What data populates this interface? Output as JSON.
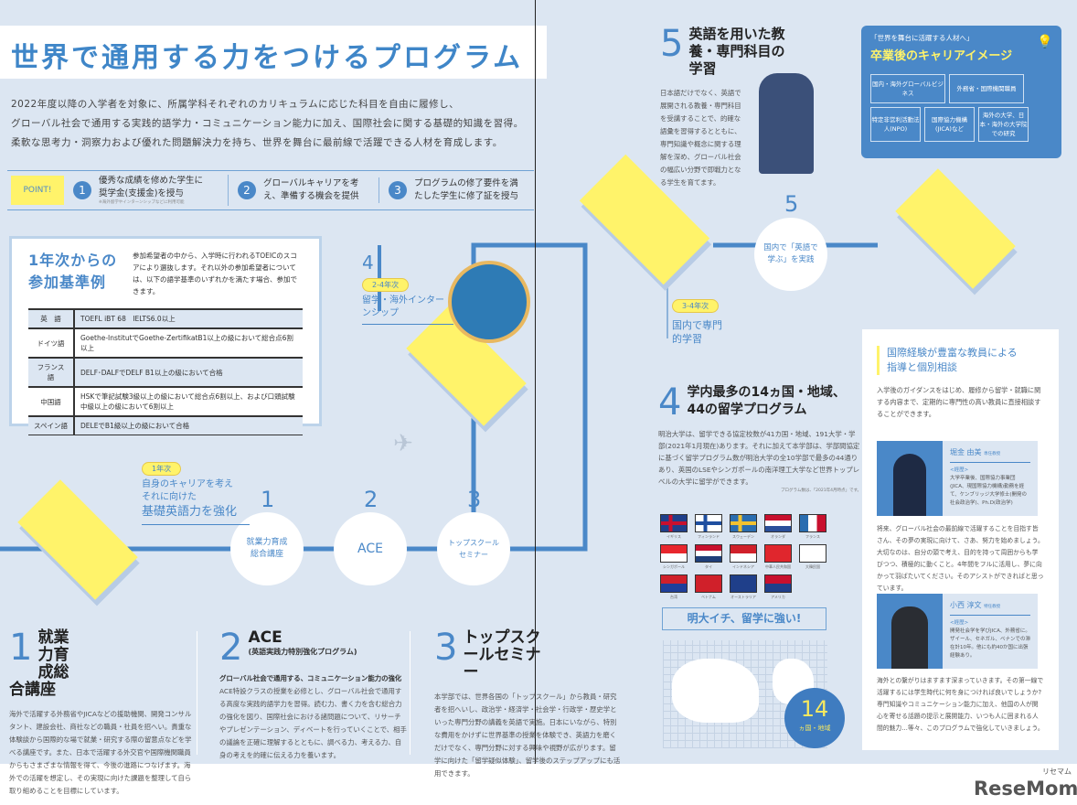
{
  "title": "世界で通用する力をつけるプログラム",
  "lead": [
    "2022年度以降の入学者を対象に、所属学科それぞれのカリキュラムに応じた科目を自由に履修し、",
    "グローバル社会で通用する実践的語学力・コミュニケーション能力に加え、国際社会に関する基礎的知識を習得。",
    "柔軟な思考力・洞察力および優れた問題解決力を持ち、世界を舞台に最前線で活躍できる人材を育成します。"
  ],
  "points": {
    "label": "POINT!",
    "items": [
      {
        "num": "1",
        "text": "優秀な成績を修めた学生に奨学金(支援金)を授与",
        "note": "※海外留学やインターンシップなどに利用可能"
      },
      {
        "num": "2",
        "text": "グローバルキャリアを考え、準備する機会を提供"
      },
      {
        "num": "3",
        "text": "プログラムの修了要件を満たした学生に修了証を授与"
      }
    ]
  },
  "criteria": {
    "title": "1年次からの参加基準例",
    "desc": "参加希望者の中から、入学時に行われるTOEICのスコアにより選抜します。それ以外の参加希望者については、以下の語学基準のいずれかを満たす場合、参加できます。",
    "rows": [
      {
        "lang": "英　語",
        "req": "TOEFL iBT 68　IELTS6.0以上"
      },
      {
        "lang": "ドイツ語",
        "req": "Goethe-InstitutでGoethe-ZertifikatB1以上の級において総合点6割以上"
      },
      {
        "lang": "フランス語",
        "req": "DELF･DALFでDELF B1以上の級において合格"
      },
      {
        "lang": "中国語",
        "req": "HSKで筆記試験3級以上の級において総合点6割以上、および口頭試験中級以上の級において6割以上"
      },
      {
        "lang": "スペイン語",
        "req": "DELEでB1級以上の級において合格"
      }
    ]
  },
  "flow": {
    "year1": {
      "badge": "1年次",
      "line1": "自身のキャリアを考え",
      "line2": "それに向けた",
      "line3": "基礎英語力を強化"
    },
    "c1": {
      "num": "1",
      "label": "就業力育成総合講座"
    },
    "c2": {
      "num": "2",
      "label": "ACE"
    },
    "c3": {
      "num": "3",
      "label": "トップスクールセミナー"
    },
    "s4": {
      "num": "4",
      "badge": "2-4年次",
      "label": "留学・海外インターンシップ"
    },
    "s34": {
      "badge": "3-4年次",
      "label": "国内で専門的学習"
    },
    "c5": {
      "num": "5",
      "label": "国内で「英語で学ぶ」を実践"
    }
  },
  "sections": [
    {
      "num": "1",
      "title": "就業力育成総合講座",
      "body": "海外で活躍する外務省やJICAなどの援助機関、開発コンサルタント、建設会社、商社などの職員・社員を招へい。貴重な体験談から国際的な場で就業・研究する際の留意点などを学べる講座です。また、日本で活躍する外交官や国際機関職員からもさまざまな情報を得て、今後の進路につなげます。海外での活躍を想定し、その実現に向けた課題を整理して自ら取り組めることを目標にしています。"
    },
    {
      "num": "2",
      "title": "ACE",
      "subtitle": "(英語実践力特別強化プログラム)",
      "lead": "グローバル社会で通用する、コミュニケーション能力の強化",
      "body": "ACE特設クラスの授業を必修とし、グローバル社会で通用する高度な実践的語学力を習得。読む力、書く力を含む総合力の強化を図り、国際社会における諸問題について、リサーチやプレゼンテーション、ディベートを行っていくことで、相手の議論を正確に理解するとともに、調べる力、考える力、自身の考えを的確に伝える力を養います。"
    },
    {
      "num": "3",
      "title": "トップスクールセミナー",
      "body": "本学部では、世界各国の「トップスクール」から教員・研究者を招へいし、政治学・経済学・社会学・行政学・歴史学といった専門分野の講義を英語で実施。日本にいながら、特別な費用をかけずに世界基準の授業を体験でき、英語力を磨くだけでなく、専門分野に対する興味や視野が広がります。留学に向けた「留学疑似体験」、留学後のステップアップにも活用できます。"
    },
    {
      "num": "4",
      "title": "学内最多の14ヵ国・地域、44の留学プログラム",
      "body": "明治大学は、留学できる協定校数が41カ国・地域、191大学・学部(2021年1月現在)あります。それに加えて本学部は、学部間協定に基づく留学プログラム数が明治大学の全10学部で最多の44通りあり、英国のLSEやシンガポールの南洋理工大学など世界トップレベルの大学に留学ができます。",
      "note": "プログラム数は、「2021年4月時点」です。"
    },
    {
      "num": "5",
      "title": "英語を用いた教養・専門科目の学習",
      "body": "日本語だけでなく、英語で展開される教養・専門科目を受講することで、的確な語彙を習得するとともに、専門知識や概念に関する理解を深め、グローバル社会の幅広い分野で即戦力となる学生を育てます。"
    }
  ],
  "flags": [
    {
      "name": "イギリス",
      "colors": [
        "#1f3f8a",
        "#c8102e"
      ]
    },
    {
      "name": "フィンランド",
      "colors": [
        "#ffffff",
        "#1f4fa0"
      ]
    },
    {
      "name": "スウェーデン",
      "colors": [
        "#2a6db0",
        "#f2c230"
      ]
    },
    {
      "name": "オランダ",
      "colors": [
        "#c8102e",
        "#ffffff",
        "#2a4f9a"
      ]
    },
    {
      "name": "フランス",
      "colors": [
        "#2a6db0",
        "#ffffff",
        "#c8102e"
      ]
    },
    {
      "name": "シンガポール",
      "colors": [
        "#e8262d",
        "#ffffff"
      ]
    },
    {
      "name": "タイ",
      "colors": [
        "#c8102e",
        "#ffffff",
        "#1f3f7a"
      ]
    },
    {
      "name": "インドネシア",
      "colors": [
        "#d0202a",
        "#ffffff"
      ]
    },
    {
      "name": "中華人民共和国",
      "colors": [
        "#e0262d",
        "#f5d000"
      ]
    },
    {
      "name": "大韓民国",
      "colors": [
        "#ffffff",
        "#c8102e"
      ]
    },
    {
      "name": "台湾",
      "colors": [
        "#d0202a",
        "#1f3f9a"
      ]
    },
    {
      "name": "ベトナム",
      "colors": [
        "#d0202a",
        "#f5d000"
      ]
    },
    {
      "name": "オーストラリア",
      "colors": [
        "#1f3f8a",
        "#ffffff"
      ]
    },
    {
      "name": "アメリカ",
      "colors": [
        "#c8102e",
        "#1f3f8a"
      ]
    }
  ],
  "map": {
    "banner": "明大イチ、留学に強い!",
    "count": "14",
    "unit": "ヵ国・地域"
  },
  "career": {
    "quote": "「世界を舞台に活躍する人材へ」",
    "title": "卒業後のキャリアイメージ",
    "items": [
      "国内・海外グローバルビジネス",
      "外務省・国際機関職員",
      "特定非営利活動法人(NPO)",
      "国際協力機構(JICA)など",
      "海外の大学、日本・海外の大学院での研究"
    ]
  },
  "mentors": {
    "title1": "国際経験が豊富な教員による",
    "title2": "指導と個別相談",
    "desc": "入学後のガイダンスをはじめ、履修から留学・就職に関する内容まで、定期的に専門性の高い教員に直接相談することができます。",
    "people": [
      {
        "name": "堀金 由美",
        "role": "専任教授",
        "career_label": "<経歴>",
        "career": "大学卒業後、国際協力事業団(JICA、現国際協力機構)勤務を経て、ケンブリッジ大学修士(開発の社会政治学)、Ph.D(政治学)",
        "message": "将来、グローバル社会の最前線で活躍することを目指す皆さん、その夢の実現に向けて、さあ、努力を始めましょう。大切なのは、自分の頭で考え、目的を持って周囲からも学びつつ、積極的に動くこと。4年間をフルに活用し、夢に向かって羽ばたいてください。そのアシストができればと思っています。"
      },
      {
        "name": "小西 淳文",
        "role": "特任教授",
        "career_label": "<経歴>",
        "career": "開発社会学を学びJICA、外務省に。ザイール、セネガル、ベナンでの滞在計10年。他にも約40か国に出張経験あり。",
        "message": "海外との繋がりはますます深まっていきます。その第一線で活躍するには学生時代に何を身につければ良いでしょうか?専門知識やコミュニケーション能力に加え、他国の人が関心を寄せる話題の提示と展開能力、いつも人に囲まれる人間的魅力…等々、このプログラムで強化していきましょう。"
      }
    ]
  },
  "watermark": "ReseMom",
  "watermark_small": "リセマム",
  "colors": {
    "bg": "#dce6f2",
    "accent": "#4a88c8",
    "yellow": "#fff36a"
  }
}
